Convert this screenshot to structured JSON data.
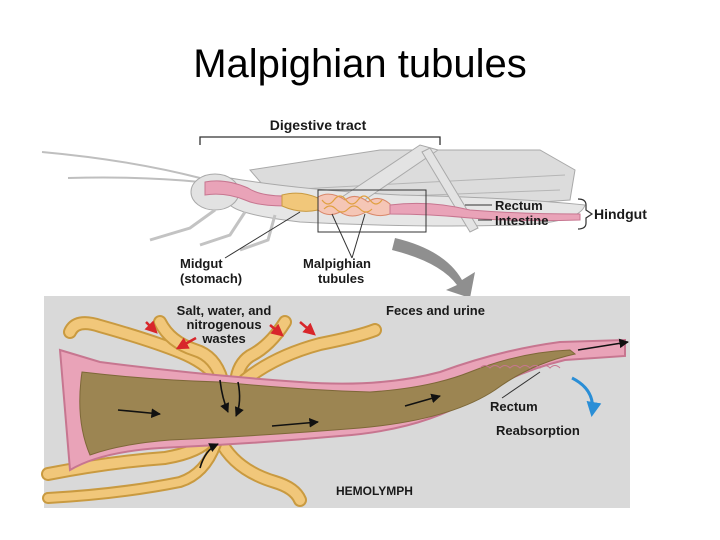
{
  "title": "Malpighian tubules",
  "labels": {
    "digestive_tract": "Digestive tract",
    "rectum_top": "Rectum",
    "intestine": "Intestine",
    "hindgut": "Hindgut",
    "midgut_line1": "Midgut",
    "midgut_line2": "(stomach)",
    "malpighian_line1": "Malpighian",
    "malpighian_line2": "tubules",
    "salt_line1": "Salt, water, and",
    "salt_line2": "nitrogenous",
    "salt_line3": "wastes",
    "feces": "Feces and urine",
    "rectum_bottom": "Rectum",
    "reabsorption": "Reabsorption",
    "hemolymph": "HEMOLYMPH"
  },
  "colors": {
    "gut_pink": "#e9a3b8",
    "tubule_yellow": "#f1c77a",
    "contents_olive": "#9c8552",
    "panel_bg": "#d9d9d9",
    "red_arrow": "#d8262b",
    "blue_arrow": "#2a8ed6"
  }
}
